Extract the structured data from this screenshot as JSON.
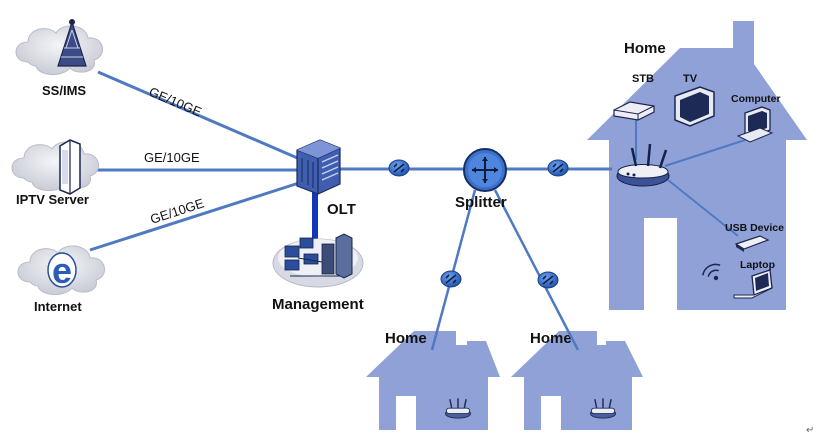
{
  "nodes": {
    "ss_ims": "SS/IMS",
    "iptv_server": "IPTV Server",
    "internet": "Internet",
    "olt": "OLT",
    "management": "Management",
    "splitter": "Splitter",
    "home_main": "Home",
    "home_left": "Home",
    "home_right": "Home"
  },
  "links": {
    "ss_ims_olt": "GE/10GE",
    "iptv_olt": "GE/10GE",
    "internet_olt": "GE/10GE"
  },
  "devices": {
    "stb": "STB",
    "tv": "TV",
    "computer": "Computer",
    "usb_device": "USB Device",
    "laptop": "Laptop"
  },
  "colors": {
    "house": "#8fa1d6",
    "link": "#4f7ac2",
    "olt_link": "#1238b8",
    "cloud": "#d9dbe3",
    "connector": "#2f66c4"
  },
  "icons": [
    "cloud-icon",
    "olt-icon",
    "splitter-icon",
    "connector-icon",
    "router-icon",
    "stb-icon",
    "tv-icon",
    "computer-icon",
    "usb-device-icon",
    "laptop-icon",
    "wifi-icon",
    "management-icon",
    "internet-e-icon",
    "iptv-server-icon",
    "ss-ims-icon"
  ]
}
